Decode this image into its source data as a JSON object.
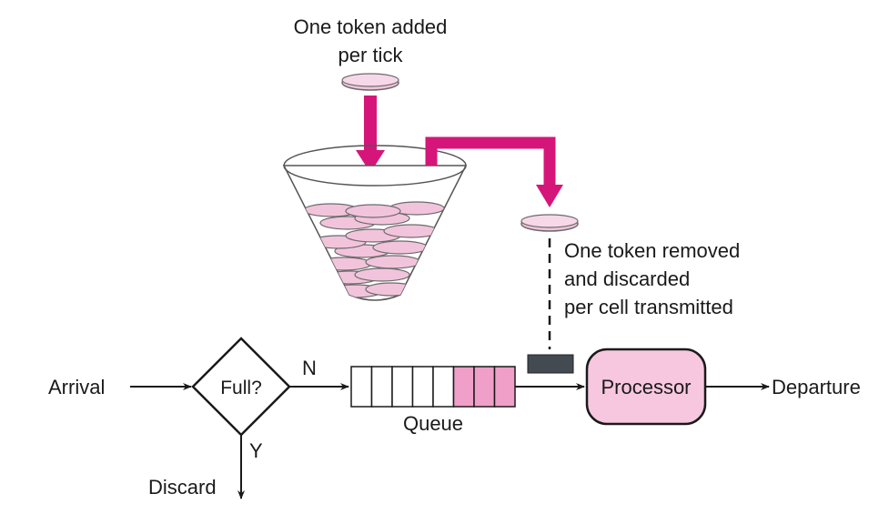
{
  "labels": {
    "token_added_line1": "One token added",
    "token_added_line2": "per tick",
    "token_removed_line1": "One token removed",
    "token_removed_line2": "and discarded",
    "token_removed_line3": "per cell transmitted",
    "arrival": "Arrival",
    "decision": "Full?",
    "no_branch": "N",
    "yes_branch": "Y",
    "discard": "Discard",
    "queue": "Queue",
    "processor": "Processor",
    "departure": "Departure"
  },
  "colors": {
    "arrow_magenta": "#d6157a",
    "token_fill": "#f2c4dc",
    "token_stroke": "#6b6b6b",
    "queue_filled": "#ef9fc8",
    "processor_fill": "#f6c7df",
    "gate_fill": "#444a52",
    "line": "#1a1a1a"
  },
  "queue": {
    "total_slots": 8,
    "filled_slots": 3
  }
}
